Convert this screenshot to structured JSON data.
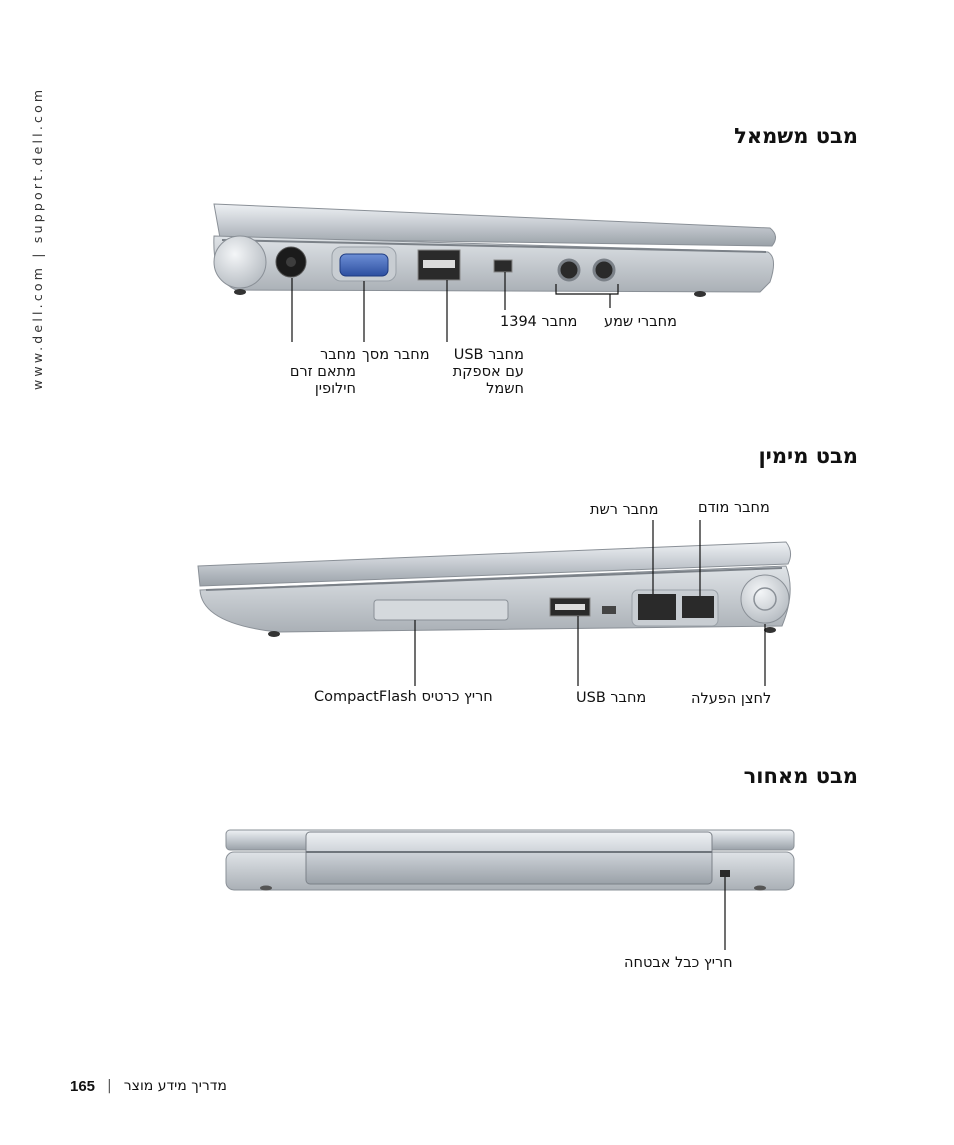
{
  "sidebar_url": "www.dell.com | support.dell.com",
  "sections": {
    "left": {
      "heading": "מבט משמאל",
      "labels": {
        "ac_adapter": "מחבר\nמתאם זרם\nחילופין",
        "video": "מחבר מסך",
        "usb_powered": "מחבר USB\nעם אספקת\nחשמל",
        "ieee1394": "מחבר 1394",
        "audio": "מחברי שמע"
      }
    },
    "right": {
      "heading": "מבט מימין",
      "labels": {
        "network": "מחבר רשת",
        "modem": "מחבר מודם",
        "compactflash": "חריץ כרטיס CompactFlash",
        "usb": "מחבר USB",
        "power": "לחצן הפעלה"
      }
    },
    "back": {
      "heading": "מבט מאחור",
      "labels": {
        "security": "חריץ כבל אבטחה"
      }
    }
  },
  "footer": {
    "page_number": "165",
    "separator": "|",
    "title": "מדריך מידע מוצר"
  }
}
